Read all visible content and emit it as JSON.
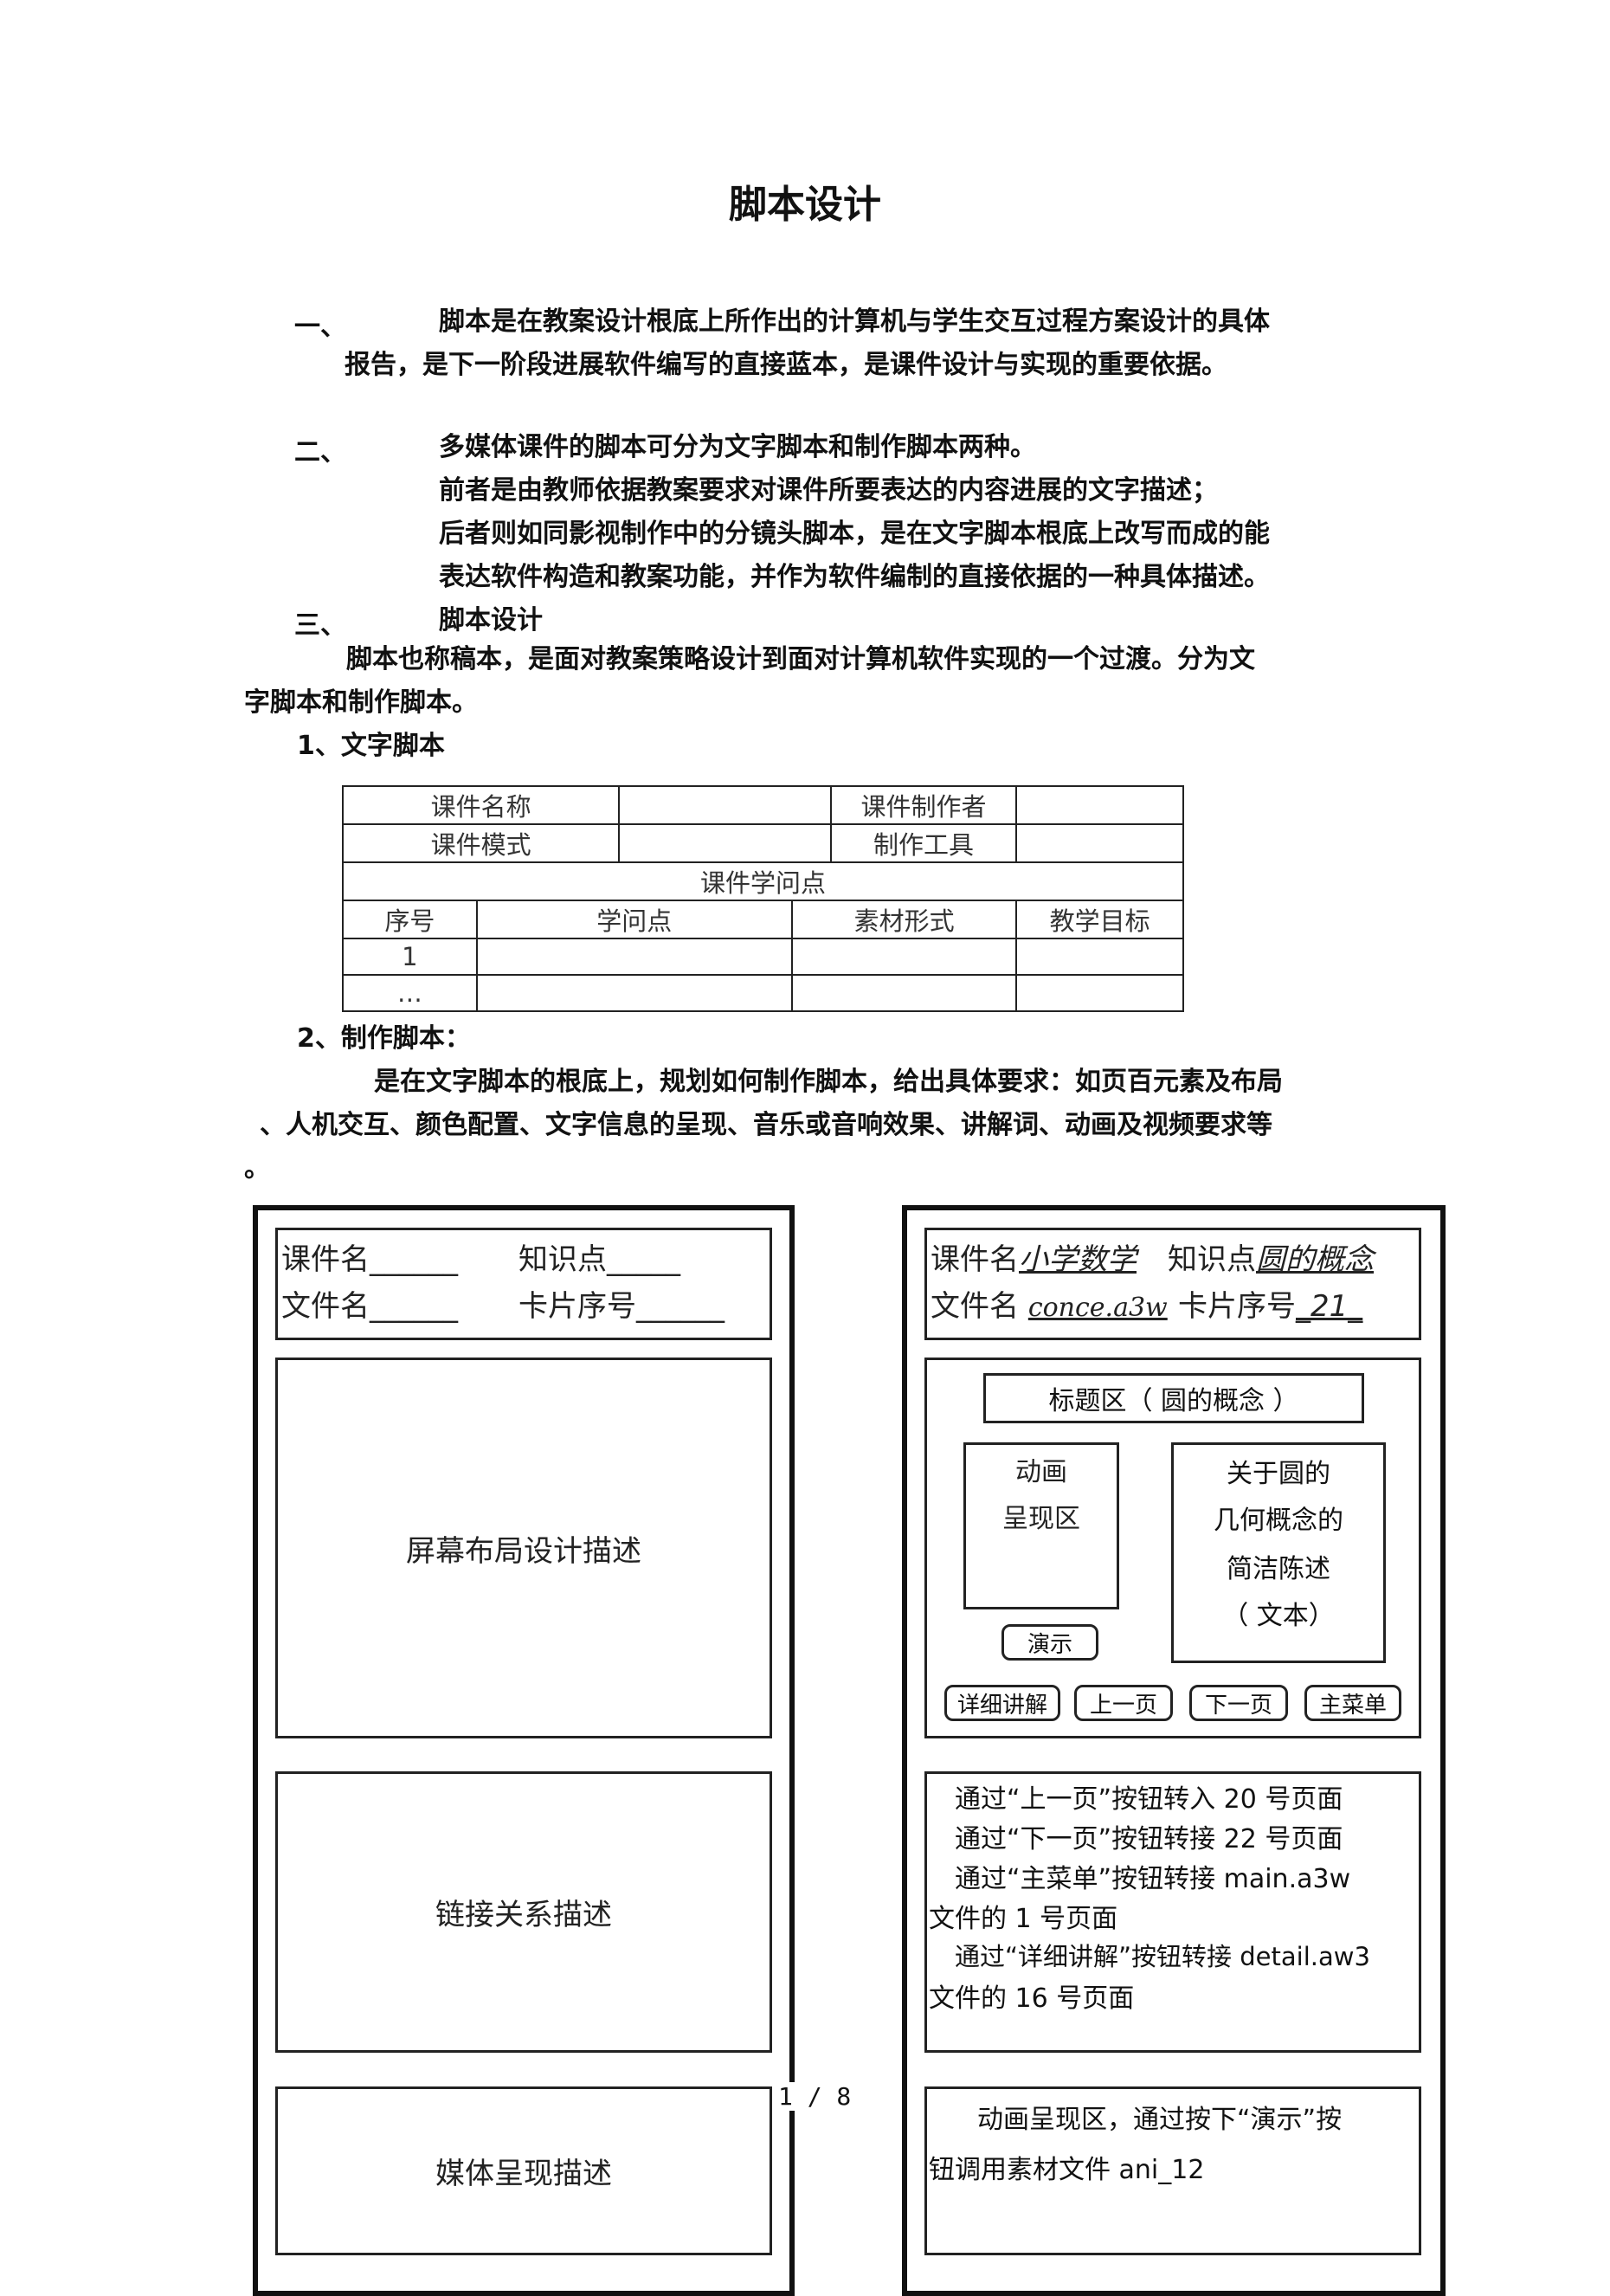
{
  "doc": {
    "title": "脚本设计",
    "s1_num": "一、",
    "s1_line1": "脚本是在教案设计根底上所作出的计算机与学生交互过程方案设计的具体",
    "s1_line2": "报告，是下一阶段进展软件编写的直接蓝本，是课件设计与实现的重要依据。",
    "s2_num": "二、",
    "s2_line1": "多媒体课件的脚本可分为文字脚本和制作脚本两种。",
    "s2_line2": "前者是由教师依据教案要求对课件所要表达的内容进展的文字描述；",
    "s2_line3": "后者则如同影视制作中的分镜头脚本，是在文字脚本根底上改写而成的能",
    "s2_line4": "表达软件构造和教案功能，并作为软件编制的直接依据的一种具体描述。",
    "s3_num": "三、",
    "s3_title": "脚本设计",
    "s3_line1": "脚本也称稿本，是面对教案策略设计到面对计算机软件实现的一个过渡。分为文",
    "s3_line2": "字脚本和制作脚本。",
    "sub1": "1、文字脚本",
    "sub2": "2、制作脚本：",
    "p2_line1": "是在文字脚本的根底上，规划如何制作脚本，给出具体要求：如页百元素及布局",
    "p2_line2": "、人机交互、颜色配置、文字信息的呈现、音乐或音响效果、讲解词、动画及视频要求等",
    "p2_line3": "。",
    "page_number": "1 / 8"
  },
  "table": {
    "row1": [
      "课件名称",
      "",
      "课件制作者",
      ""
    ],
    "row2": [
      "课件模式",
      "",
      "制作工具",
      ""
    ],
    "row3": "课件学问点",
    "headers": [
      "序号",
      "学问点",
      "素材形式",
      "教学目标"
    ],
    "rows": [
      [
        "1",
        "",
        "",
        ""
      ],
      [
        "…",
        "",
        "",
        ""
      ]
    ]
  },
  "left_card": {
    "name_label": "课件名______",
    "kp_label": "知识点_____",
    "file_label": "文件名______",
    "card_label": "卡片序号______",
    "layout_desc": "屏幕布局设计描述",
    "link_desc": "链接关系描述",
    "media_desc": "媒体呈现描述"
  },
  "right_card": {
    "name_label": "课件名",
    "name_value": "小学数学",
    "kp_label": "知识点",
    "kp_value": "圆的概念",
    "file_label": "文件名",
    "file_value": "conce.a3w",
    "card_label": "卡片序号",
    "card_value": "_21_",
    "title_area": "标题区（ 圆的概念 ）",
    "anim_line1": "动画",
    "anim_line2": "呈现区",
    "desc_line1": "关于圆的",
    "desc_line2": "几何概念的",
    "desc_line3": "简洁陈述",
    "desc_line4": "（ 文本）",
    "demo_btn": "演示",
    "btn_detail": "详细讲解",
    "btn_prev": "上一页",
    "btn_next": "下一页",
    "btn_menu": "主菜单",
    "link_line1": "通过“上一页”按钮转入 20 号页面",
    "link_line2": "通过“下一页”按钮转接 22 号页面",
    "link_line3": "通过“主菜单”按钮转接 main.a3w",
    "link_line4": "文件的 1 号页面",
    "link_line5": "通过“详细讲解”按钮转接 detail.aw3",
    "link_line6": "文件的 16 号页面",
    "media_line1": "动画呈现区，通过按下“演示”按",
    "media_line2": "钮调用素材文件 ani_12"
  }
}
